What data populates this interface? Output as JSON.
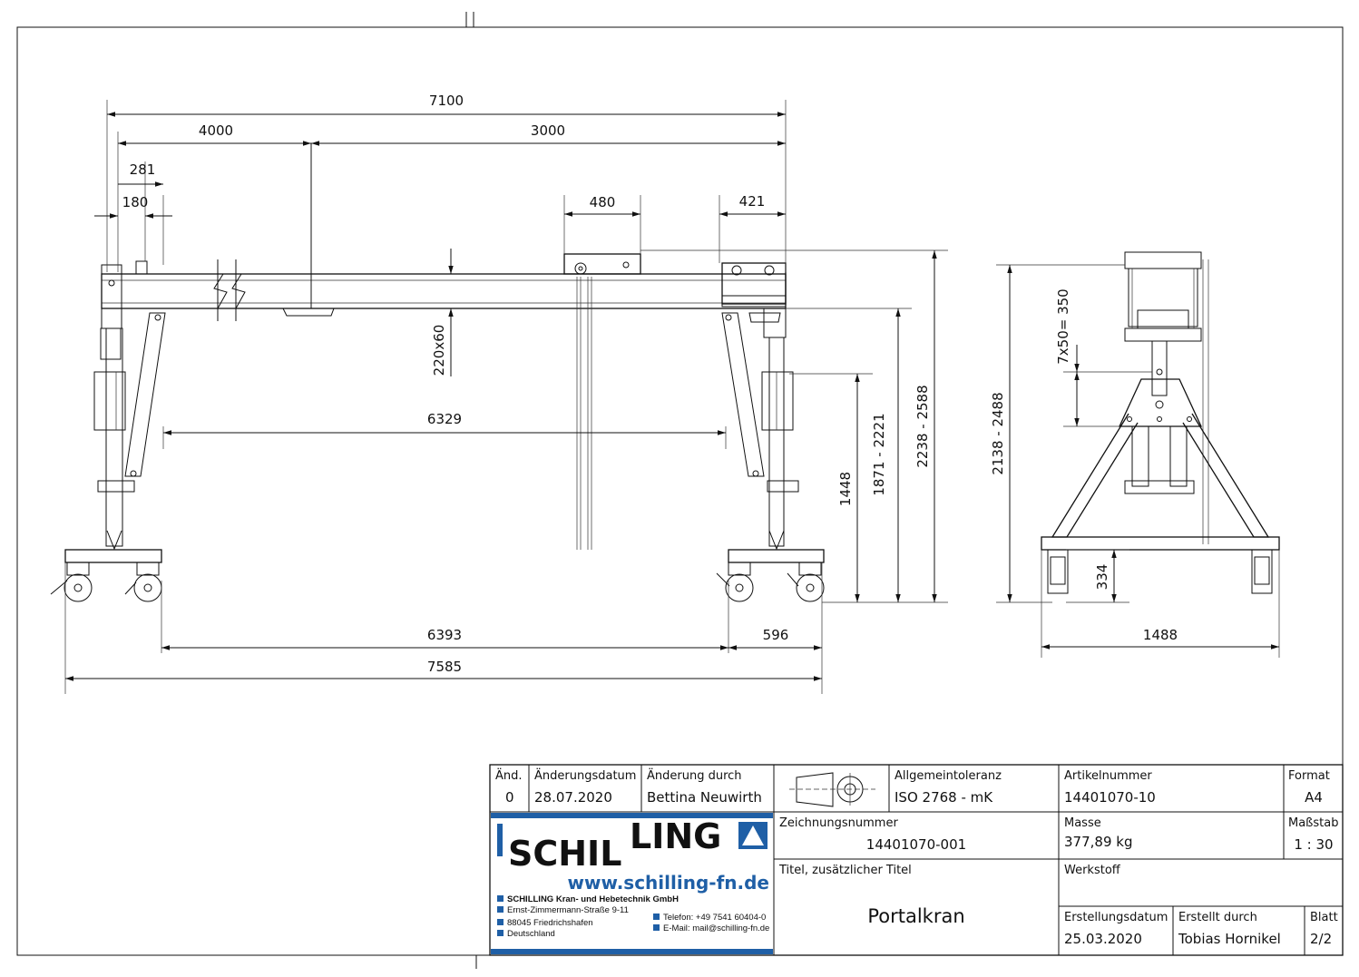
{
  "drawing": {
    "dimensions": {
      "d7100": "7100",
      "d4000": "4000",
      "d3000": "3000",
      "d281": "281",
      "d180": "180",
      "d480": "480",
      "d421": "421",
      "d220x60": "220x60",
      "d6329": "6329",
      "d1448": "1448",
      "d1871_2221": "1871 - 2221",
      "d2238_2588": "2238 - 2588",
      "d6393": "6393",
      "d596": "596",
      "d7585": "7585",
      "d2138_2488": "2138 - 2488",
      "d7x50": "7x50= 350",
      "d334": "334",
      "d1488": "1488"
    }
  },
  "title_block": {
    "aend_label": "Änd.",
    "aend_value": "0",
    "aenderungsdatum_label": "Änderungsdatum",
    "aenderungsdatum_value": "28.07.2020",
    "aenderung_durch_label": "Änderung durch",
    "aenderung_durch_value": "Bettina Neuwirth",
    "allgemeintoleranz_label": "Allgemeintoleranz",
    "allgemeintoleranz_value": "ISO 2768 - mK",
    "artikelnummer_label": "Artikelnummer",
    "artikelnummer_value": "14401070-10",
    "format_label": "Format",
    "format_value": "A4",
    "zeichnungsnummer_label": "Zeichnungsnummer",
    "zeichnungsnummer_value": "14401070-001",
    "masse_label": "Masse",
    "masse_value": "377,89 kg",
    "massstab_label": "Maßstab",
    "massstab_value": "1 : 30",
    "titel_label": "Titel, zusätzlicher Titel",
    "titel_value": "Portalkran",
    "werkstoff_label": "Werkstoff",
    "erstellungsdatum_label": "Erstellungsdatum",
    "erstellungsdatum_value": "25.03.2020",
    "erstellt_durch_label": "Erstellt durch",
    "erstellt_durch_value": "Tobias Hornikel",
    "blatt_label": "Blatt",
    "blatt_value": "2/2"
  },
  "company": {
    "logo_part1": "SCHIL",
    "logo_part2": "LING",
    "website": "www.schilling-fn.de",
    "name": "SCHILLING Kran- und Hebetechnik GmbH",
    "street": "Ernst-Zimmermann-Straße 9-11",
    "city": "88045 Friedrichshafen",
    "country": "Deutschland",
    "phone": "Telefon: +49 7541 60404-0",
    "email": "E-Mail: mail@schilling-fn.de",
    "brand_color": "#1f5fa6"
  }
}
